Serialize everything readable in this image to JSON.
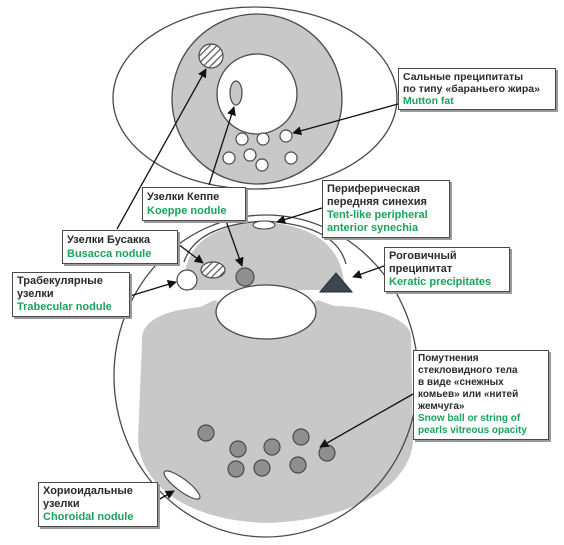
{
  "colors": {
    "tissue": "#c8c8c8",
    "outline": "#4a4a4a",
    "nodule": "#8f8f8f",
    "precipitate": "#3d4650",
    "english_text": "#1aa35a"
  },
  "labels": {
    "mutton_fat": {
      "ru": [
        "Сальные преципитаты",
        "по типу «бараньего жира»"
      ],
      "en": [
        "Mutton fat"
      ]
    },
    "koeppe": {
      "ru": [
        "Узелки Кеппе"
      ],
      "en": [
        "Koeppe nodule"
      ]
    },
    "peripheral_synechia": {
      "ru": [
        "Периферическая",
        "передняя синехия"
      ],
      "en": [
        "Tent-like peripheral",
        "anterior synechia"
      ]
    },
    "busacca": {
      "ru": [
        "Узелки Бусакка"
      ],
      "en": [
        "Busacca nodule"
      ]
    },
    "keratic": {
      "ru": [
        "Роговичный",
        "преципитат"
      ],
      "en": [
        "Keratic precipitates"
      ]
    },
    "trabecular": {
      "ru": [
        "Трабекулярные",
        "узелки"
      ],
      "en": [
        "Trabecular nodule"
      ]
    },
    "vitreous": {
      "ru": [
        "Помутнения",
        "стекловидного тела",
        "в виде «снежных",
        "комьев» или «нитей",
        "жемчуга»"
      ],
      "en": [
        "Snow ball or string of",
        "pearls vitreous opacity"
      ]
    },
    "choroidal": {
      "ru": [
        "Хориоидальные",
        "узелки"
      ],
      "en": [
        "Choroidal nodule"
      ]
    }
  }
}
